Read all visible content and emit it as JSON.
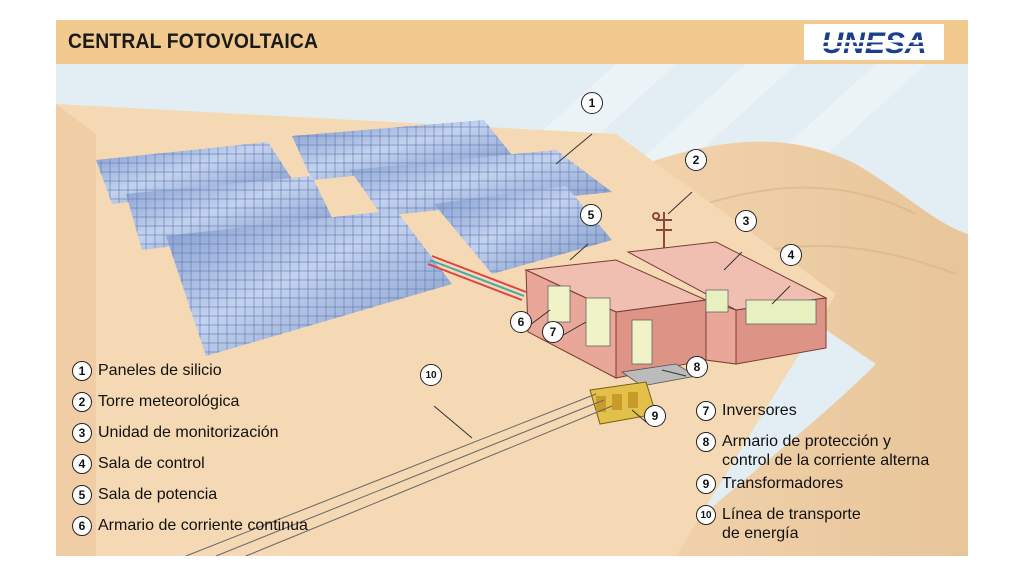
{
  "header": {
    "title": "CENTRAL FOTOVOLTAICA",
    "logo_text": "UNESA"
  },
  "colors": {
    "header_bg": "#f2c98e",
    "ground": "#f5d9b5",
    "sky": "#e3eef4",
    "panel": "#8ea8d6",
    "building": "#e9a799",
    "transformer": "#e3c04a",
    "logo_blue": "#1c3f8c"
  },
  "legend_left": [
    {
      "n": "1",
      "label": "Paneles de silicio"
    },
    {
      "n": "2",
      "label": "Torre meteorológica"
    },
    {
      "n": "3",
      "label": "Unidad de monitorización"
    },
    {
      "n": "4",
      "label": "Sala de control"
    },
    {
      "n": "5",
      "label": "Sala de potencia"
    },
    {
      "n": "6",
      "label": "Armario de corriente continua"
    }
  ],
  "legend_right": [
    {
      "n": "7",
      "label": "Inversores"
    },
    {
      "n": "8",
      "label": "Armario de protección y\ncontrol de la corriente alterna"
    },
    {
      "n": "9",
      "label": "Transformadores"
    },
    {
      "n": "10",
      "label": "Línea de transporte\nde energía"
    }
  ],
  "callouts": [
    "1",
    "2",
    "3",
    "4",
    "5",
    "6",
    "7",
    "8",
    "9",
    "10"
  ]
}
